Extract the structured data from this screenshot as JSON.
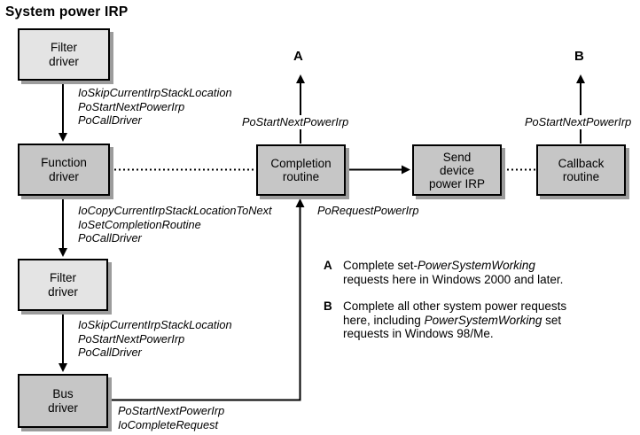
{
  "title": "System power IRP",
  "boxes": {
    "filter_top": "Filter\ndriver",
    "function": "Function\ndriver",
    "filter_lower": "Filter\ndriver",
    "bus": "Bus\ndriver",
    "completion": "Completion\nroutine",
    "send_device": "Send\ndevice\npower IRP",
    "callback": "Callback\nroutine"
  },
  "edge_labels": {
    "filter_top_calls": "IoSkipCurrentIrpStackLocation\nPoStartNextPowerIrp\nPoCallDriver",
    "function_calls": "IoCopyCurrentIrpStackLocationToNext\nIoSetCompletionRoutine\nPoCallDriver",
    "filter_lower_calls": "IoSkipCurrentIrpStackLocation\nPoStartNextPowerIrp\nPoCallDriver",
    "bus_calls": "PoStartNextPowerIrp\nIoCompleteRequest",
    "completion_up": "PoStartNextPowerIrp",
    "callback_up": "PoStartNextPowerIrp",
    "request_power": "PoRequestPowerIrp"
  },
  "markers": {
    "a": "A",
    "b": "B"
  },
  "notes": {
    "a": {
      "letter": "A",
      "line1_pre": "Complete set-",
      "line1_italic": "PowerSystemWorking",
      "line2": "requests here in Windows 2000 and later."
    },
    "b": {
      "letter": "B",
      "line1": "Complete all other system power requests",
      "line2_pre": "here, including ",
      "line2_italic": "PowerSystemWorking",
      "line2_post": " set",
      "line3": "requests in Windows 98/Me."
    }
  },
  "colors": {
    "background": "#ffffff",
    "box_light": "#e4e4e4",
    "box_medium": "#c6c6c6",
    "box_border": "#000000",
    "box_shadow": "#9c9c9c",
    "line": "#000000",
    "text": "#000000"
  }
}
